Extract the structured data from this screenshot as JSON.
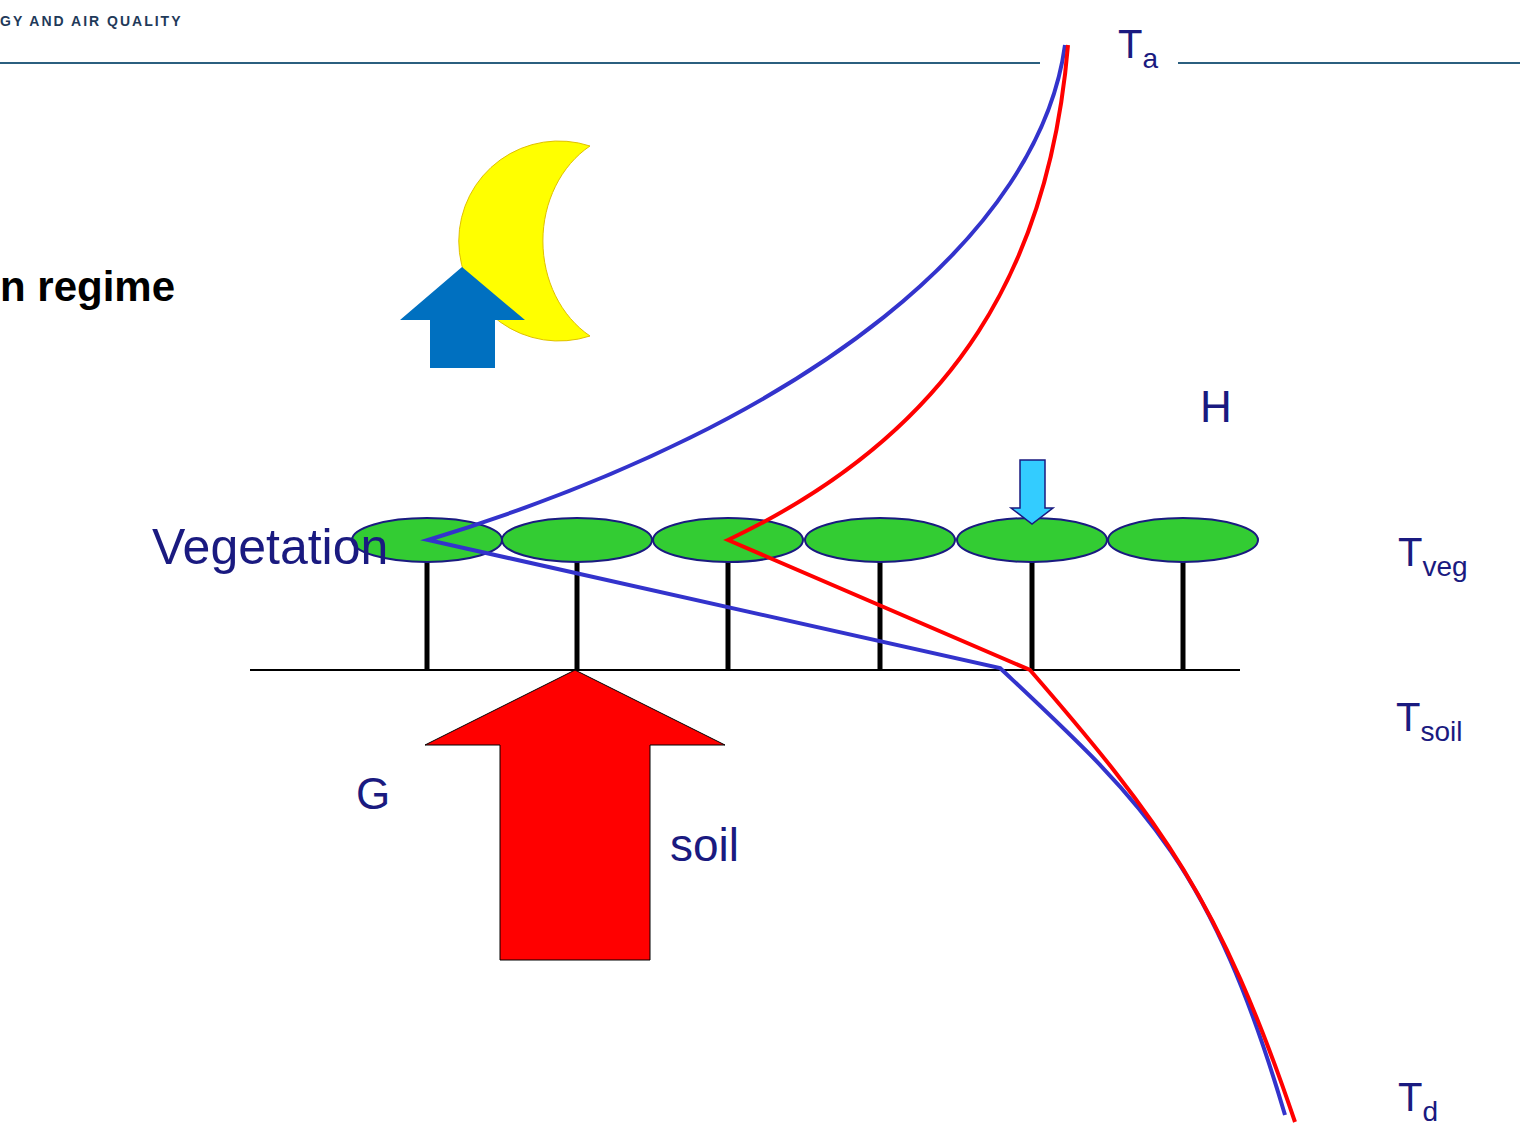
{
  "diagram": {
    "title": "n regime",
    "labels": [
      "GY AND AIR QUALITY",
      "Ta",
      "H",
      "Vegetation",
      "Tveg",
      "Tsoil",
      "G",
      "soil",
      "Td"
    ]
  }
}
